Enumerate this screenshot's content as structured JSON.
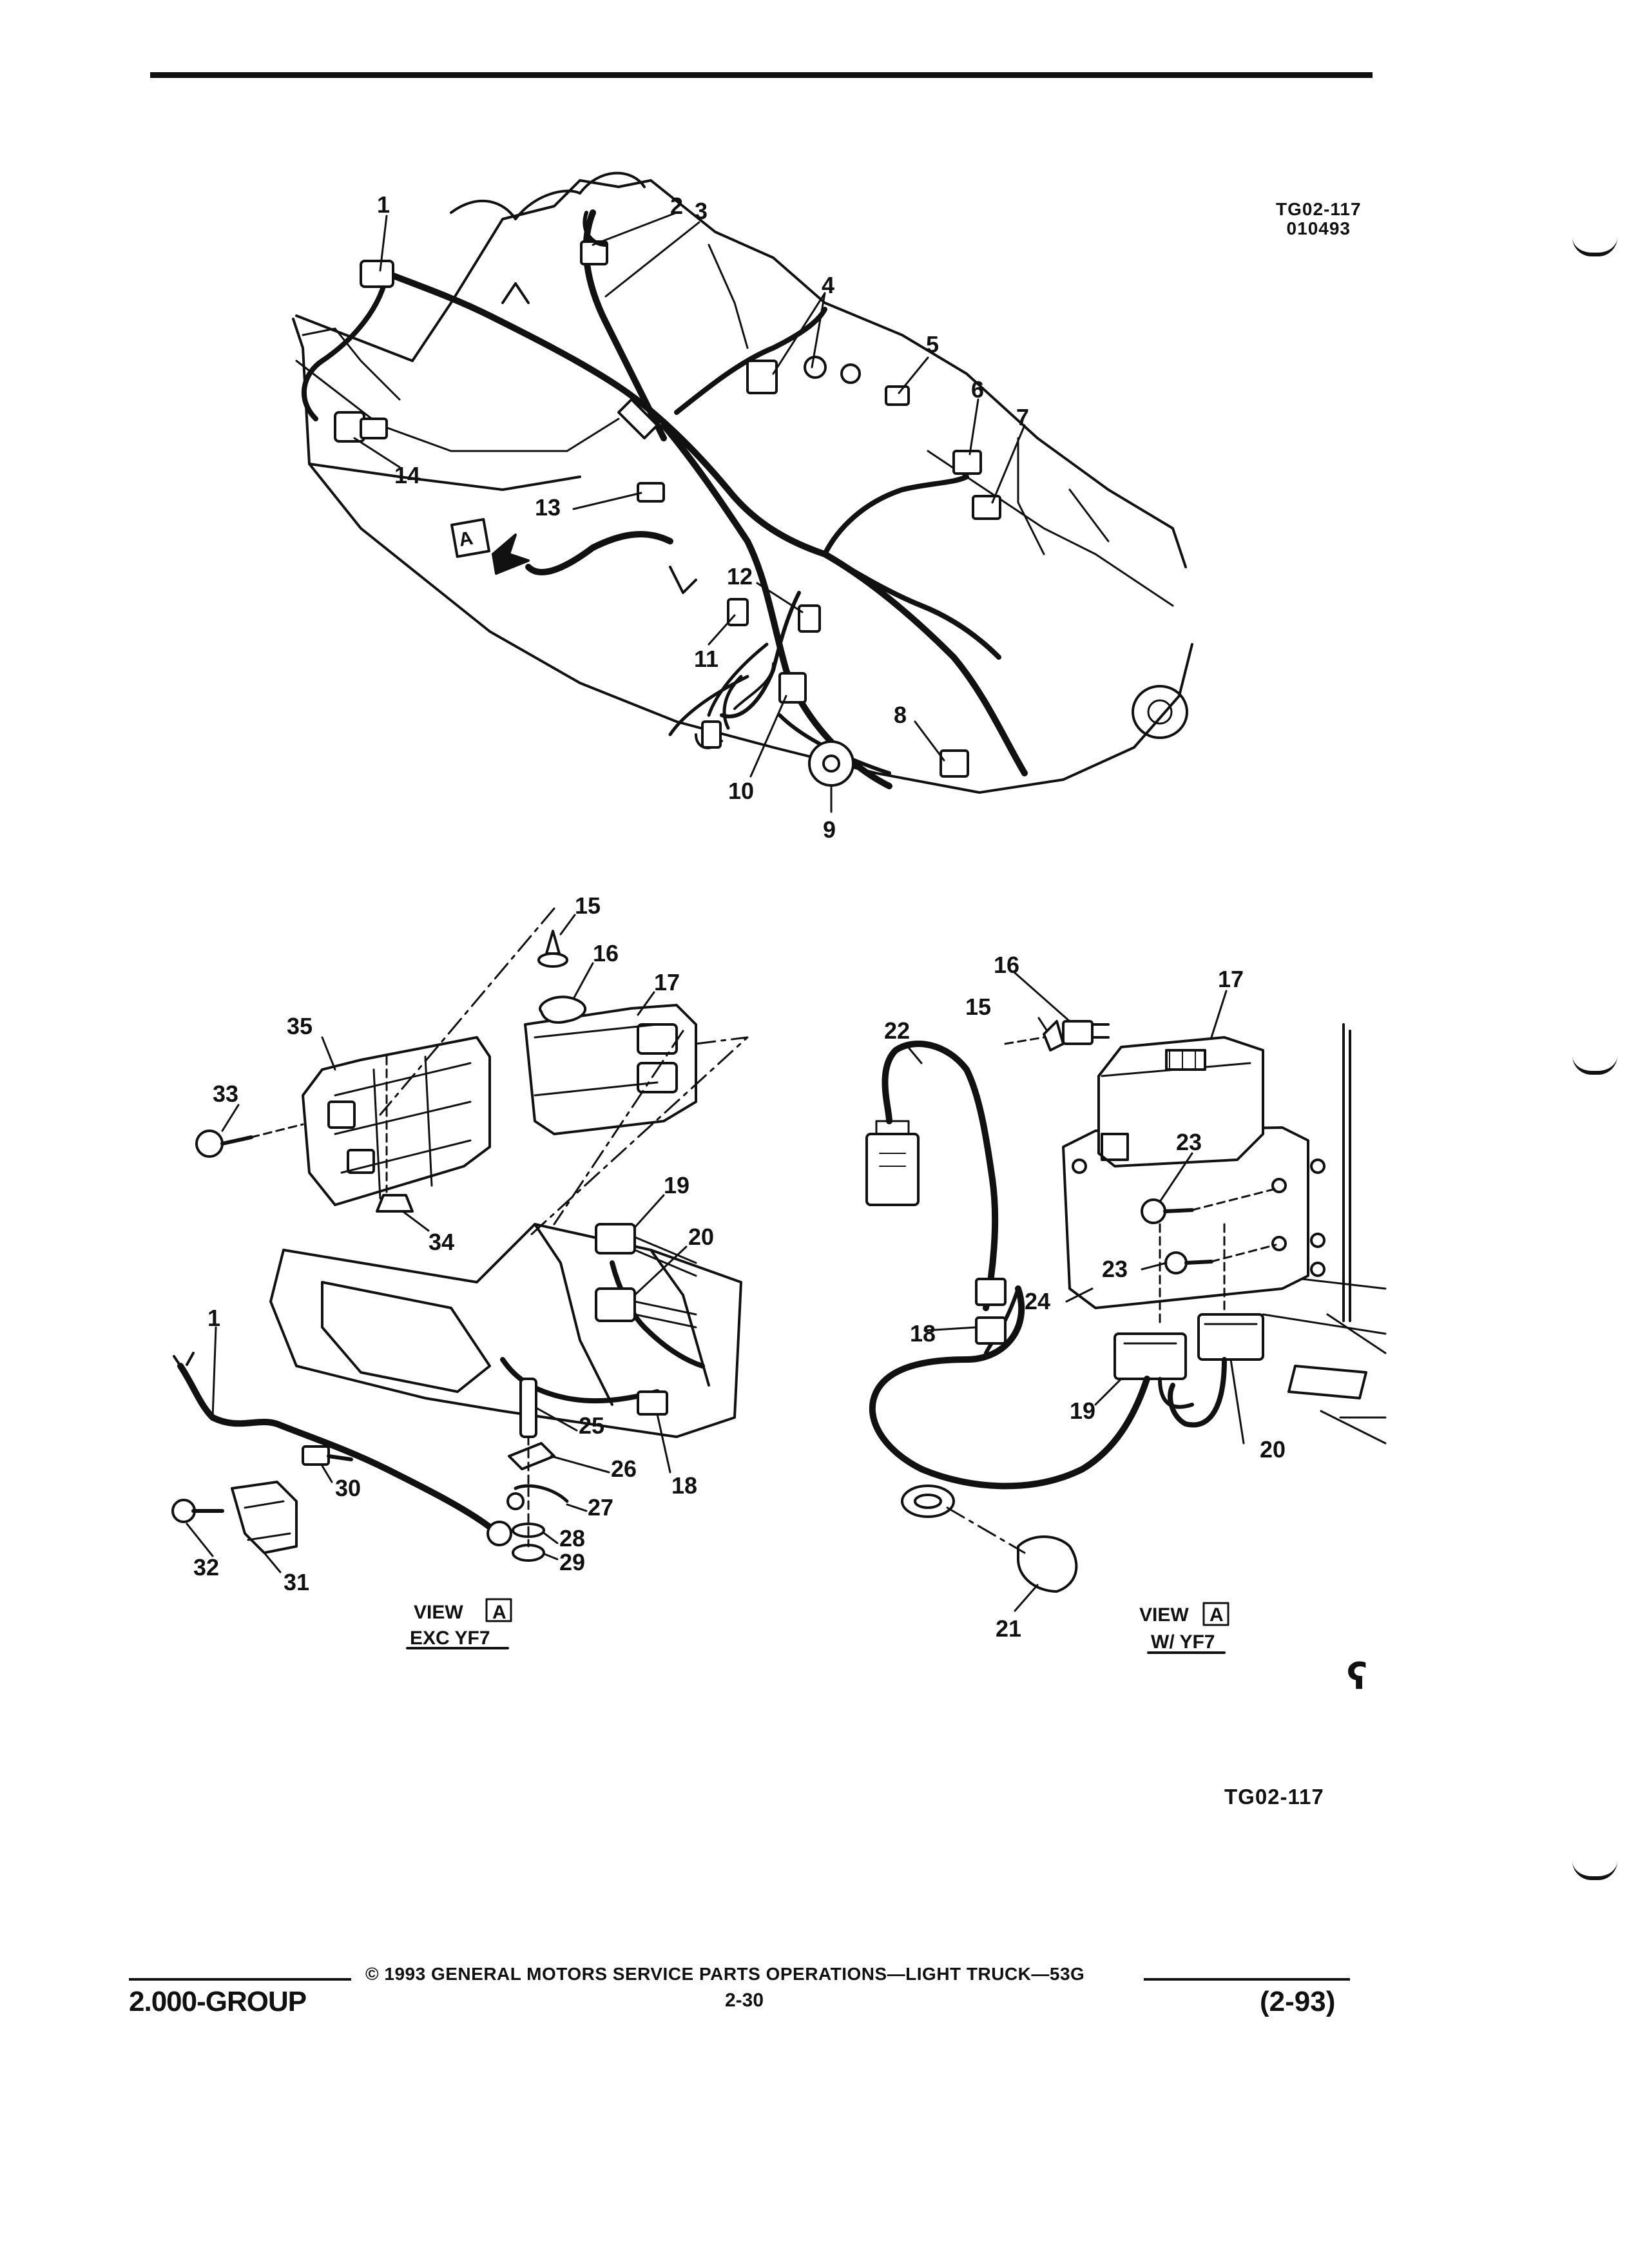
{
  "header": {
    "tag_code": "TG02-117",
    "tag_date": "010493"
  },
  "callouts": {
    "n1": "1",
    "n2": "2",
    "n3": "3",
    "n4": "4",
    "n5": "5",
    "n6": "6",
    "n7": "7",
    "n8": "8",
    "n9": "9",
    "n10": "10",
    "n11": "11",
    "n12": "12",
    "n13": "13",
    "n14": "14",
    "n15": "15",
    "n16": "16",
    "n17": "17",
    "n18": "18",
    "n19": "19",
    "n20": "20",
    "n21": "21",
    "n22": "22",
    "n23": "23",
    "n24": "24",
    "n25": "25",
    "n26": "26",
    "n27": "27",
    "n28": "28",
    "n29": "29",
    "n30": "30",
    "n31": "31",
    "n32": "32",
    "n33": "33",
    "n34": "34",
    "n35": "35"
  },
  "views": {
    "left": {
      "label": "VIEW",
      "letter": "A",
      "condition": "EXC YF7"
    },
    "right": {
      "label": "VIEW",
      "letter": "A",
      "condition": "W/ YF7"
    },
    "arrow_letter": "A"
  },
  "reference_code": "TG02-117",
  "corner_mark": "ʕ",
  "footer": {
    "group": "2.000-GROUP",
    "copyright": "© 1993 GENERAL MOTORS SERVICE PARTS OPERATIONS—LIGHT TRUCK—53G",
    "page": "2-30",
    "revision": "(2-93)"
  }
}
